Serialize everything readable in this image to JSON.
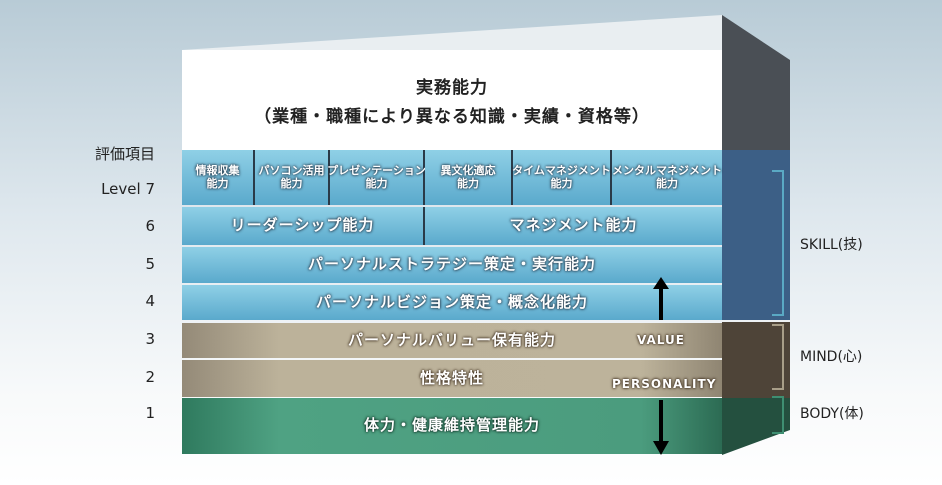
{
  "title": {
    "line1": "実務能力",
    "line2": "（業種・職種により異なる知識・実績・資格等）"
  },
  "axis_header": "評価項目",
  "levels": [
    "Level 7",
    "6",
    "5",
    "4",
    "3",
    "2",
    "1"
  ],
  "level7_cells": [
    "情報収集\n能力",
    "パソコン活用\n能力",
    "プレゼンテーション\n能力",
    "異文化適応\n能力",
    "タイムマネジメント\n能力",
    "メンタルマネジメント\n能力"
  ],
  "level6_cells": [
    "リーダーシップ能力",
    "マネジメント能力"
  ],
  "level5": "パーソナルストラテジー策定・実行能力",
  "level4": "パーソナルビジョン策定・概念化能力",
  "level3": {
    "label": "パーソナルバリュー保有能力",
    "tag": "VALUE"
  },
  "level2": {
    "label": "性格特性",
    "tag": "PERSONALITY"
  },
  "level1": "体力・健康維持管理能力",
  "groups": {
    "skill": "SKILL(技)",
    "mind": "MIND(心)",
    "body": "BODY(体)"
  },
  "colors": {
    "skill": "#5aa9cc",
    "mind": "#a89e88",
    "body": "#3f8f72"
  }
}
